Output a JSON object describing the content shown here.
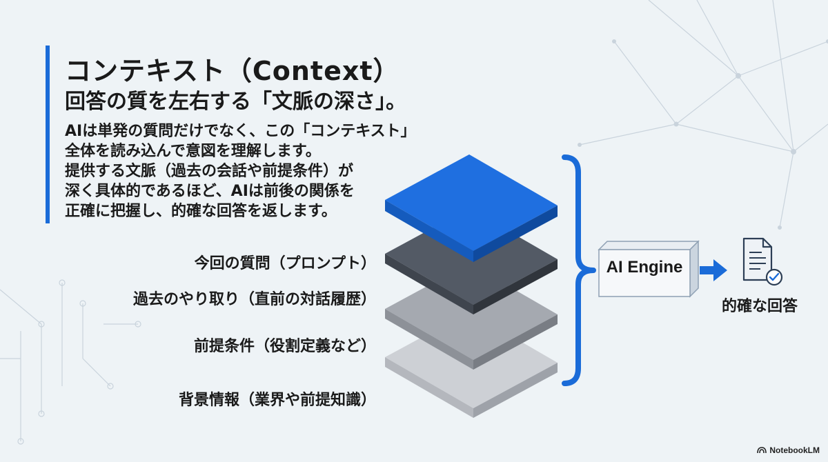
{
  "header": {
    "title": "コンテキスト（Context）",
    "subtitle": "回答の質を左右する「文脈の深さ」。"
  },
  "body_lines": [
    "AIは単発の質問だけでなく、この「コンテキスト」",
    "全体を読み込んで意図を理解します。",
    "提供する文脈（過去の会話や前提条件）が",
    "深く具体的であるほど、AIは前後の関係を",
    "正確に把握し、的確な回答を返します。"
  ],
  "diagram": {
    "layers": [
      {
        "label": "今回の質問（プロンプト）"
      },
      {
        "label": "過去のやり取り（直前の対話履歴）"
      },
      {
        "label": "前提条件（役割定義など）"
      },
      {
        "label": "背景情報（業界や前提知識）"
      }
    ],
    "engine_label": "AI Engine",
    "output_label": "的確な回答",
    "output_icon": "document-check-icon"
  },
  "colors": {
    "accent": "#1a6bd8",
    "layer_top": "#1e6fe0",
    "layer_dark": "#4e5560",
    "layer_mid": "#9ea3ab",
    "layer_light": "#c8cbd0"
  },
  "brand": {
    "name": "NotebookLM",
    "icon": "notebooklm-icon"
  }
}
